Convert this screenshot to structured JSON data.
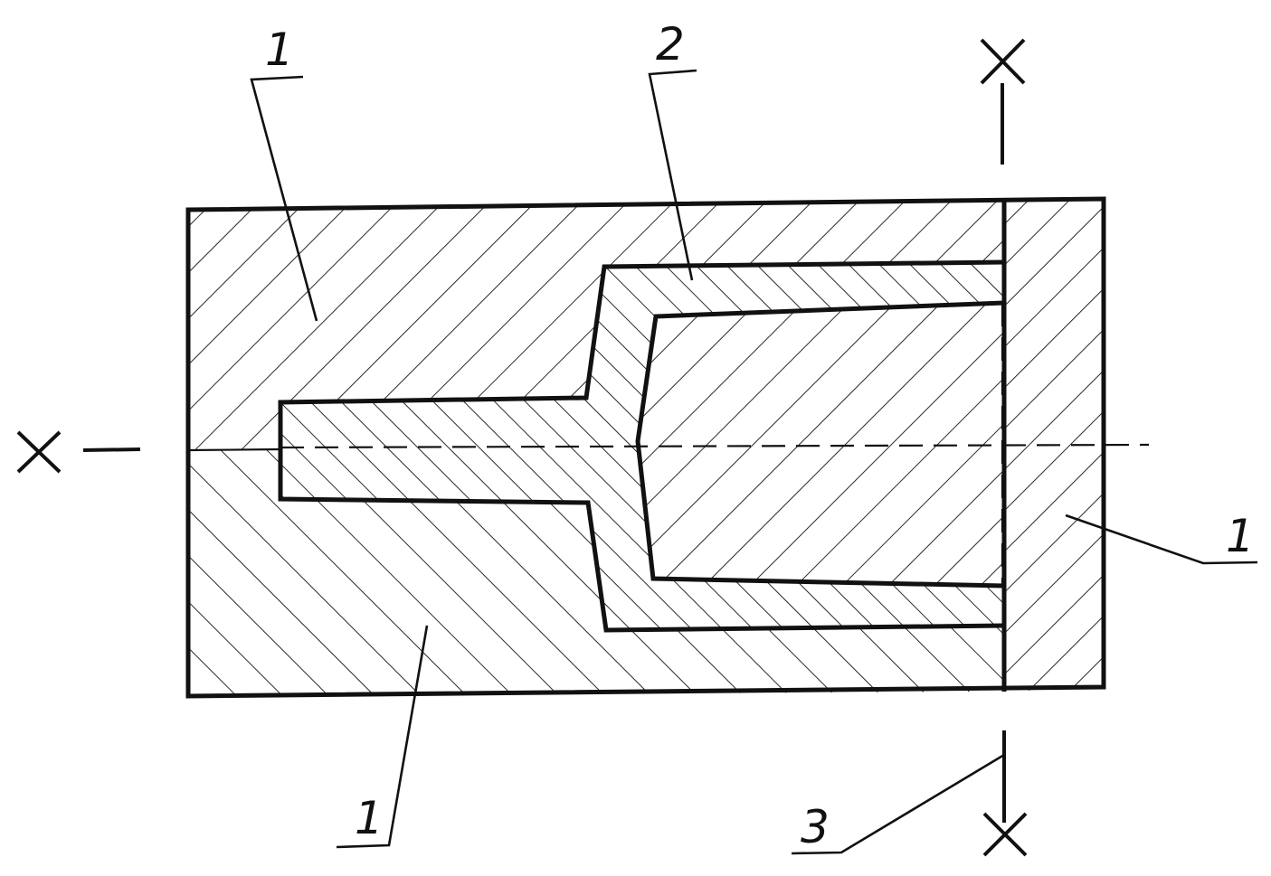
{
  "callouts": {
    "part1_top": "1",
    "part2": "2",
    "part1_right": "1",
    "part1_bottom": "1",
    "section_plane": "3"
  },
  "colors": {
    "ink": "#111111",
    "paper": "#ffffff"
  }
}
